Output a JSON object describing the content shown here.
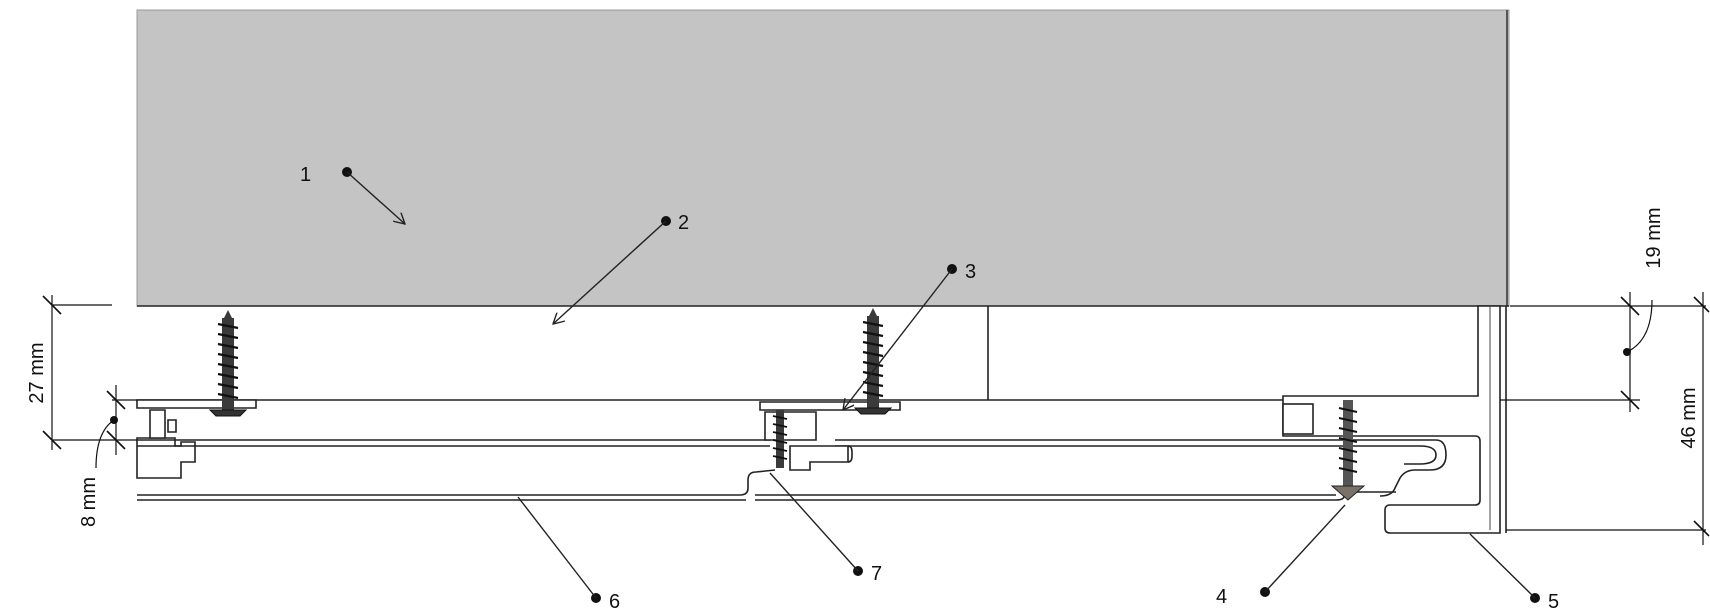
{
  "colors": {
    "panel": "#c4c4c4",
    "line": "#222222",
    "screw": "#3a3a3a",
    "background": "#ffffff"
  },
  "callouts": [
    "1",
    "2",
    "3",
    "4",
    "5",
    "6",
    "7"
  ],
  "dimensions": {
    "d27": "27 mm",
    "d8": "8 mm",
    "d19": "19 mm",
    "d46": "46 mm"
  },
  "icons": [
    "screw-icon",
    "arrow-icon"
  ]
}
